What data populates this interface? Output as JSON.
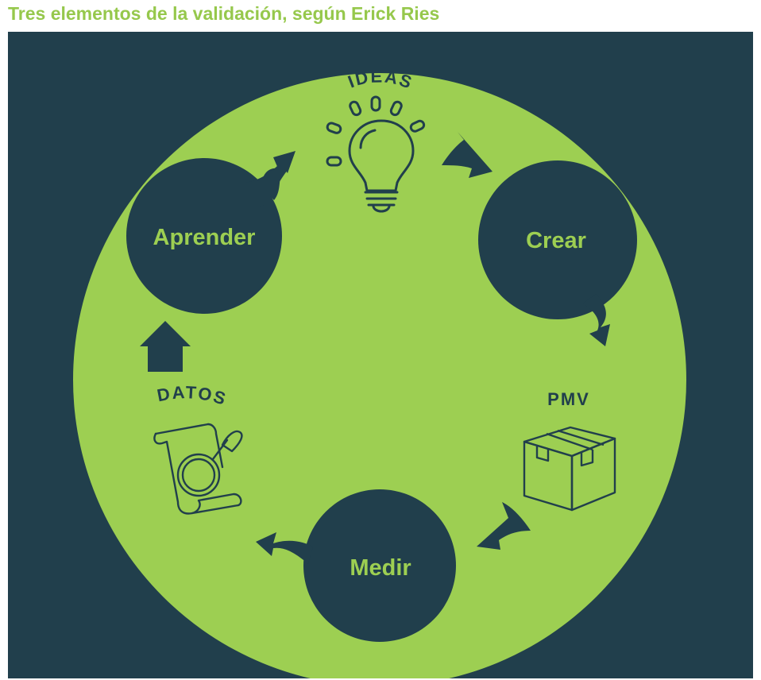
{
  "page": {
    "title": "Tres elementos de la validación, según Erick Ries"
  },
  "colors": {
    "background": "#213f4c",
    "accent": "#9dcf52",
    "title": "#96c84c",
    "page": "#ffffff"
  },
  "diagram": {
    "stages": [
      {
        "id": "aprender",
        "label": "Aprender"
      },
      {
        "id": "crear",
        "label": "Crear"
      },
      {
        "id": "medir",
        "label": "Medir"
      }
    ],
    "outputs": [
      {
        "id": "ideas",
        "label": "IDEAS",
        "icon": "lightbulb-icon"
      },
      {
        "id": "pmv",
        "label": "PMV",
        "icon": "box-icon"
      },
      {
        "id": "datos",
        "label": "DATOS",
        "icon": "magnifier-document-icon"
      }
    ]
  }
}
